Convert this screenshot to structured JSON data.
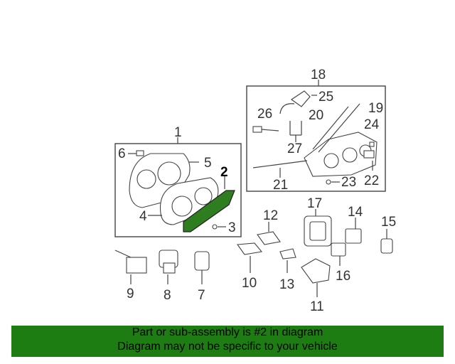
{
  "diagram": {
    "labels": [
      "1",
      "2",
      "3",
      "4",
      "5",
      "6",
      "7",
      "8",
      "9",
      "10",
      "11",
      "12",
      "13",
      "14",
      "15",
      "16",
      "17",
      "18",
      "19",
      "20",
      "21",
      "22",
      "23",
      "24",
      "25",
      "26",
      "27"
    ],
    "highlight_color": "#2e7d1e",
    "highlighted_part": "2"
  },
  "footer": {
    "line1": "Part or sub-assembly is #2 in diagram",
    "line2": "Diagram may not be specific to your vehicle",
    "bg_color": "#1e7d12"
  }
}
